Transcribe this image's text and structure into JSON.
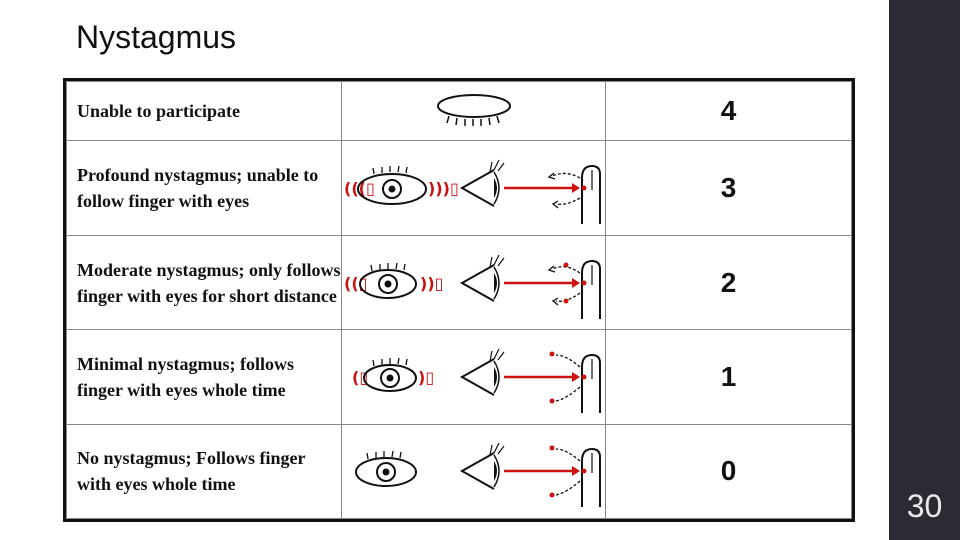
{
  "slide": {
    "title": "Nystagmus",
    "page_number": "30"
  },
  "rows": [
    {
      "description": "Unable to participate",
      "score": "4",
      "icon": "closed-eye-icon"
    },
    {
      "description": "Profound nystagmus; unable to follow finger with eyes",
      "score": "3",
      "icon": "eye-tracking-finger-icon",
      "vibration_left": "(((▯",
      "vibration_right": ")))▯"
    },
    {
      "description": "Moderate nystagmus; only follows finger with eyes for short distance",
      "score": "2",
      "icon": "eye-tracking-finger-icon",
      "vibration_left": "((▯",
      "vibration_right": "))▯"
    },
    {
      "description": "Minimal nystagmus; follows finger with eyes whole time",
      "score": "1",
      "icon": "eye-tracking-finger-icon",
      "vibration_left": "(▯",
      "vibration_right": ")▯"
    },
    {
      "description": "No nystagmus; Follows finger with eyes whole time",
      "score": "0",
      "icon": "eye-tracking-finger-icon"
    }
  ],
  "colors": {
    "arrow": "#cc1111",
    "sidebar": "#2b2b33"
  }
}
